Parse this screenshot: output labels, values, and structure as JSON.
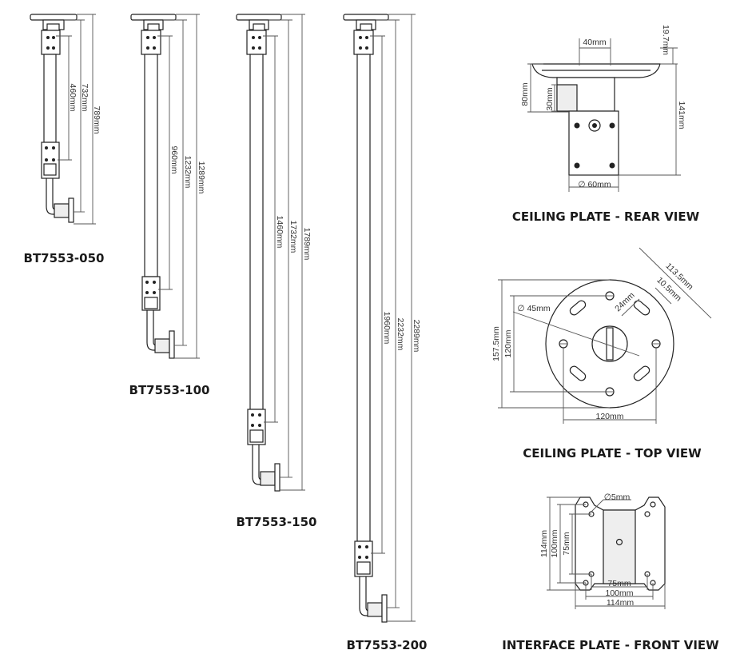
{
  "models": [
    {
      "name": "BT7553-050",
      "dims": [
        "460mm",
        "732mm",
        "789mm"
      ]
    },
    {
      "name": "BT7553-100",
      "dims": [
        "960mm",
        "1232mm",
        "1289mm"
      ]
    },
    {
      "name": "BT7553-150",
      "dims": [
        "1460mm",
        "1732mm",
        "1789mm"
      ]
    },
    {
      "name": "BT7553-200",
      "dims": [
        "1960mm",
        "2232mm",
        "2289mm"
      ]
    }
  ],
  "rear_view": {
    "caption": "CEILING PLATE - REAR VIEW",
    "dims": {
      "top_width": "40mm",
      "plate_thickness": "19.7mm",
      "height_80": "80mm",
      "height_30": "30mm",
      "total_height": "141mm",
      "diameter": "∅ 60mm"
    }
  },
  "top_view": {
    "caption": "CEILING PLATE - TOP VIEW",
    "dims": {
      "diag_outer": "113.5mm",
      "diag_slot": "10.5mm",
      "slot_len": "24mm",
      "center_hole": "∅ 45mm",
      "height_outer": "157.5mm",
      "height_inner": "120mm",
      "width": "120mm"
    }
  },
  "front_view": {
    "caption": "INTERFACE PLATE - FRONT VIEW",
    "dims": {
      "hole": "∅5mm",
      "h114": "114mm",
      "h100": "100mm",
      "h75": "75mm",
      "w75": "75mm",
      "w100": "100mm",
      "w114": "114mm"
    }
  }
}
